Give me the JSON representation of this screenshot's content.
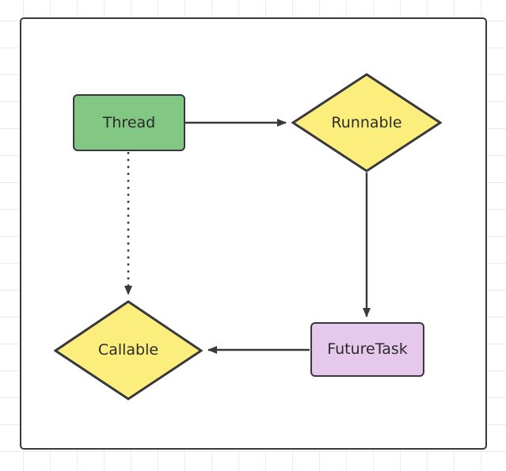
{
  "diagram": {
    "title": "Thread Runnable FutureTask Callable relationship flowchart",
    "background": {
      "grid_color": "#ececec",
      "page_color": "#ffffff",
      "grid_spacing": 34
    },
    "container": {
      "name": "diagram-frame",
      "border_color": "#38383d",
      "fill": "#ffffff"
    },
    "nodes": [
      {
        "id": "thread",
        "label": "Thread",
        "shape": "rounded-rect",
        "fill": "#82c784",
        "stroke": "#38383d",
        "text_color": "#2b2b2b"
      },
      {
        "id": "runnable",
        "label": "Runnable",
        "shape": "diamond",
        "fill": "#fcee7d",
        "stroke": "#38383d",
        "text_color": "#2b2b2b"
      },
      {
        "id": "futuretask",
        "label": "FutureTask",
        "shape": "rounded-rect",
        "fill": "#e6c8ec",
        "stroke": "#38383d",
        "text_color": "#2b2b2b"
      },
      {
        "id": "callable",
        "label": "Callable",
        "shape": "diamond",
        "fill": "#fcee7d",
        "stroke": "#38383d",
        "text_color": "#2b2b2b"
      }
    ],
    "edges": [
      {
        "id": "thread-to-runnable",
        "from": "thread",
        "to": "runnable",
        "style": "solid",
        "arrowhead": "filled-triangle",
        "direction": "right",
        "color": "#38383d"
      },
      {
        "id": "runnable-to-futuretask",
        "from": "runnable",
        "to": "futuretask",
        "style": "solid",
        "arrowhead": "filled-triangle",
        "direction": "down",
        "color": "#38383d"
      },
      {
        "id": "futuretask-to-callable",
        "from": "futuretask",
        "to": "callable",
        "style": "solid",
        "arrowhead": "filled-triangle",
        "direction": "left",
        "color": "#38383d"
      },
      {
        "id": "thread-to-callable",
        "from": "thread",
        "to": "callable",
        "style": "dotted",
        "arrowhead": "filled-triangle",
        "direction": "down",
        "color": "#38383d"
      }
    ]
  }
}
